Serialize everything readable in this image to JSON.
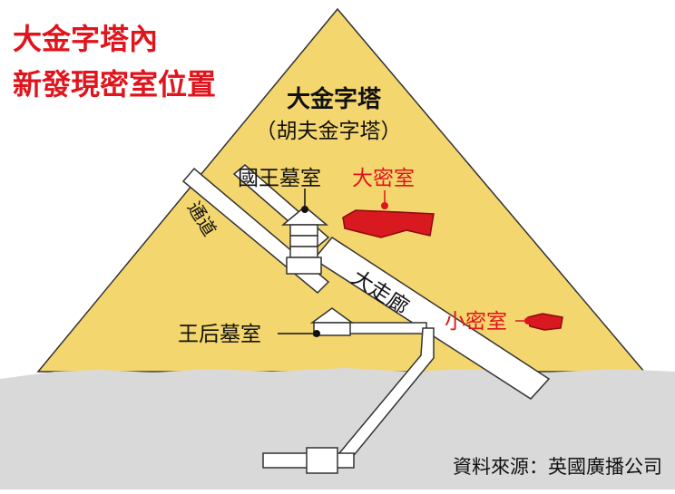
{
  "headline": {
    "line1": "大金字塔內",
    "line2": "新發現密室位置"
  },
  "pyramid": {
    "name": "大金字塔",
    "alt_name": "（胡夫金字塔）"
  },
  "labels": {
    "kings_chamber": "國王墓室",
    "queens_chamber": "王后墓室",
    "grand_gallery": "大走廊",
    "passage": "通道",
    "big_void": "大密室",
    "small_void": "小密室"
  },
  "source": "資料來源：英國廣播公司",
  "colors": {
    "pyramid": "#f4d66e",
    "ground": "#d9d9d9",
    "highlight_red": "#e0141c",
    "void_fill": "#d81920"
  }
}
